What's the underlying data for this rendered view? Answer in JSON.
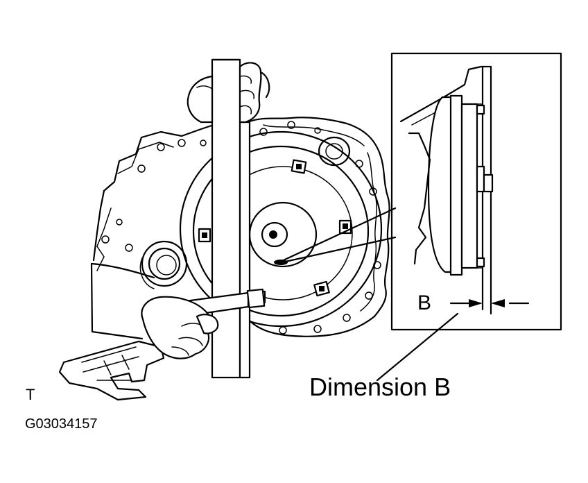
{
  "figure": {
    "callout_label": "Dimension B",
    "detail_label": "B",
    "corner_mark": "T",
    "figure_code": "G03034157"
  }
}
